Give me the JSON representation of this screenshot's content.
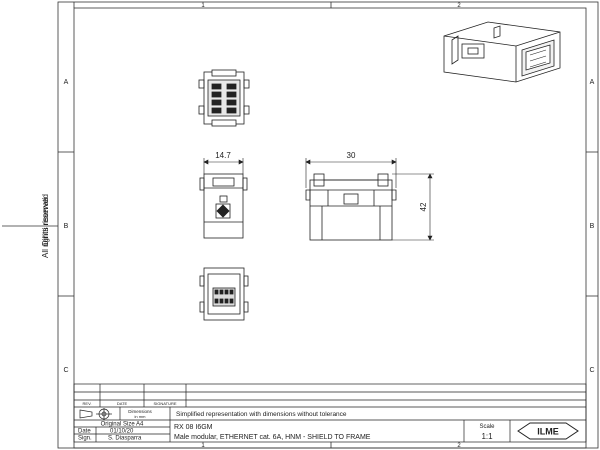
{
  "frame": {
    "col_labels": [
      "1",
      "2"
    ],
    "row_labels": [
      "A",
      "B",
      "C"
    ]
  },
  "margin_text": {
    "rights_1": "All rights reserved",
    "rights_2": "Diritti riservati"
  },
  "dimensions": {
    "top_width": "14.7",
    "side_width": "30",
    "side_height": "42"
  },
  "revision_table": {
    "rev_header": "REV.",
    "date_header": "DATE",
    "signature_header": "SIGNATURE"
  },
  "title_block": {
    "dimensions_note_line1": "Dimensions",
    "dimensions_note_line2": "in mm",
    "note": "Simplified representation with dimensions without tolerance",
    "original_size": "Original Size A4",
    "date_label": "Date",
    "date_value": "01/10/20",
    "sign_label": "Sign.",
    "sign_value": "S. Diasparra",
    "part_number": "RX 08 I6GM",
    "description": "Male modular, ETHERNET cat. 6A, HNM - SHIELD TO FRAME",
    "scale_label": "Scale",
    "scale_value": "1:1",
    "logo_text": "ILME"
  },
  "colors": {
    "line": "#222222",
    "frame": "#333333"
  }
}
